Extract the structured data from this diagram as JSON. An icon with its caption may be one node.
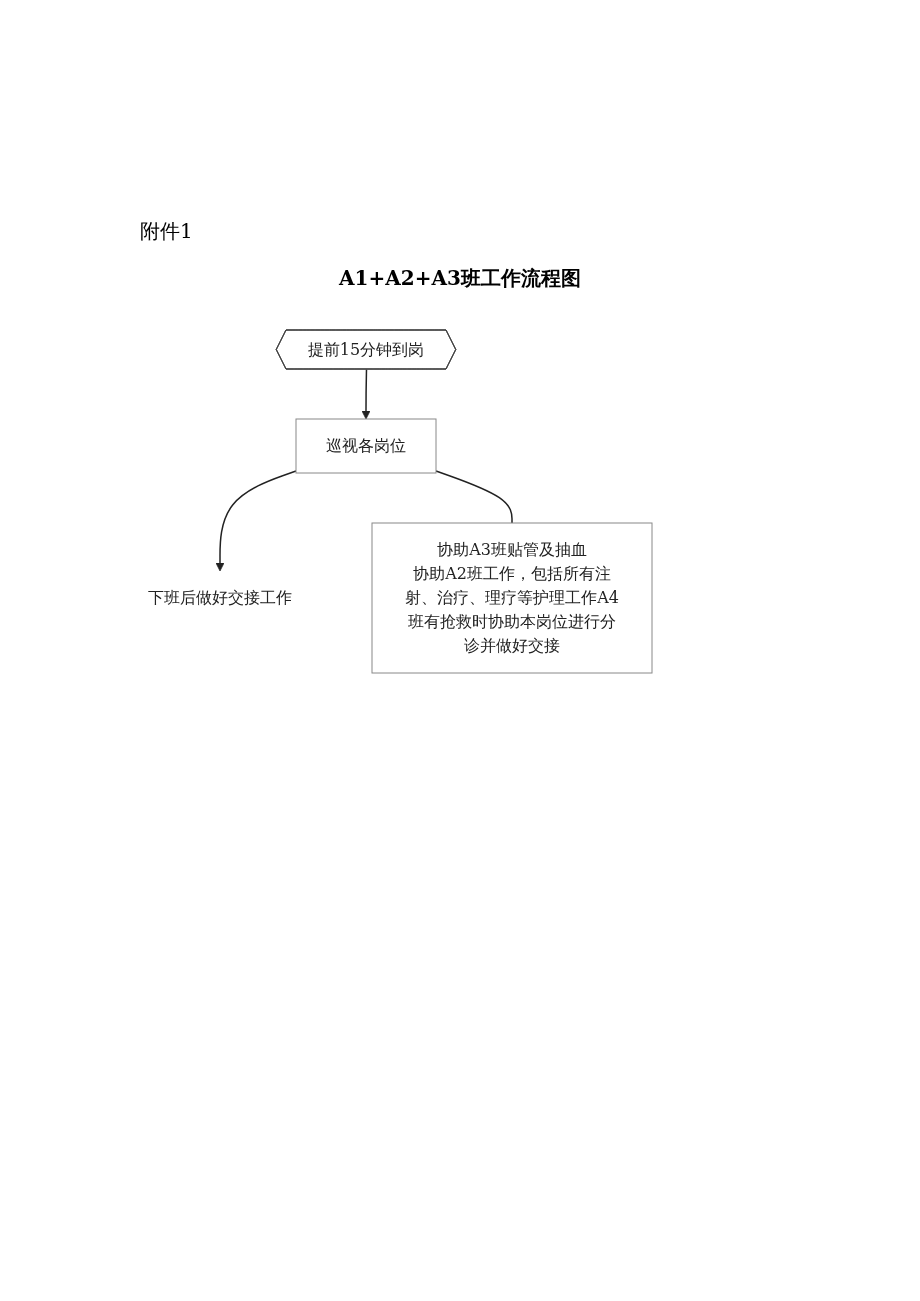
{
  "diagram": {
    "title": "A1+A2+A3班工作流程图",
    "nodes": [
      {
        "text": [
          "提前15分钟到岗"
        ]
      },
      {
        "text": [
          "巡视各岗位"
        ]
      },
      {
        "text": [
          "协助A3班贴管及抽血",
          "协助A2班工作，包括所有注射、治疗、理疗等护理工作A4班有抢救时协助本岗位进行分诊并做好交接"
        ]
      },
      {
        "text": [
          "下班后做好交接工作"
        ]
      }
    ],
    "edges": [
      {
        "from": 0,
        "to": 1,
        "arrow": "to"
      },
      {
        "from": 1,
        "to": 3,
        "arrow": "to"
      },
      {
        "from": 1,
        "to": 2,
        "arrow": "none"
      }
    ],
    "labels": [
      "附件1"
    ]
  }
}
